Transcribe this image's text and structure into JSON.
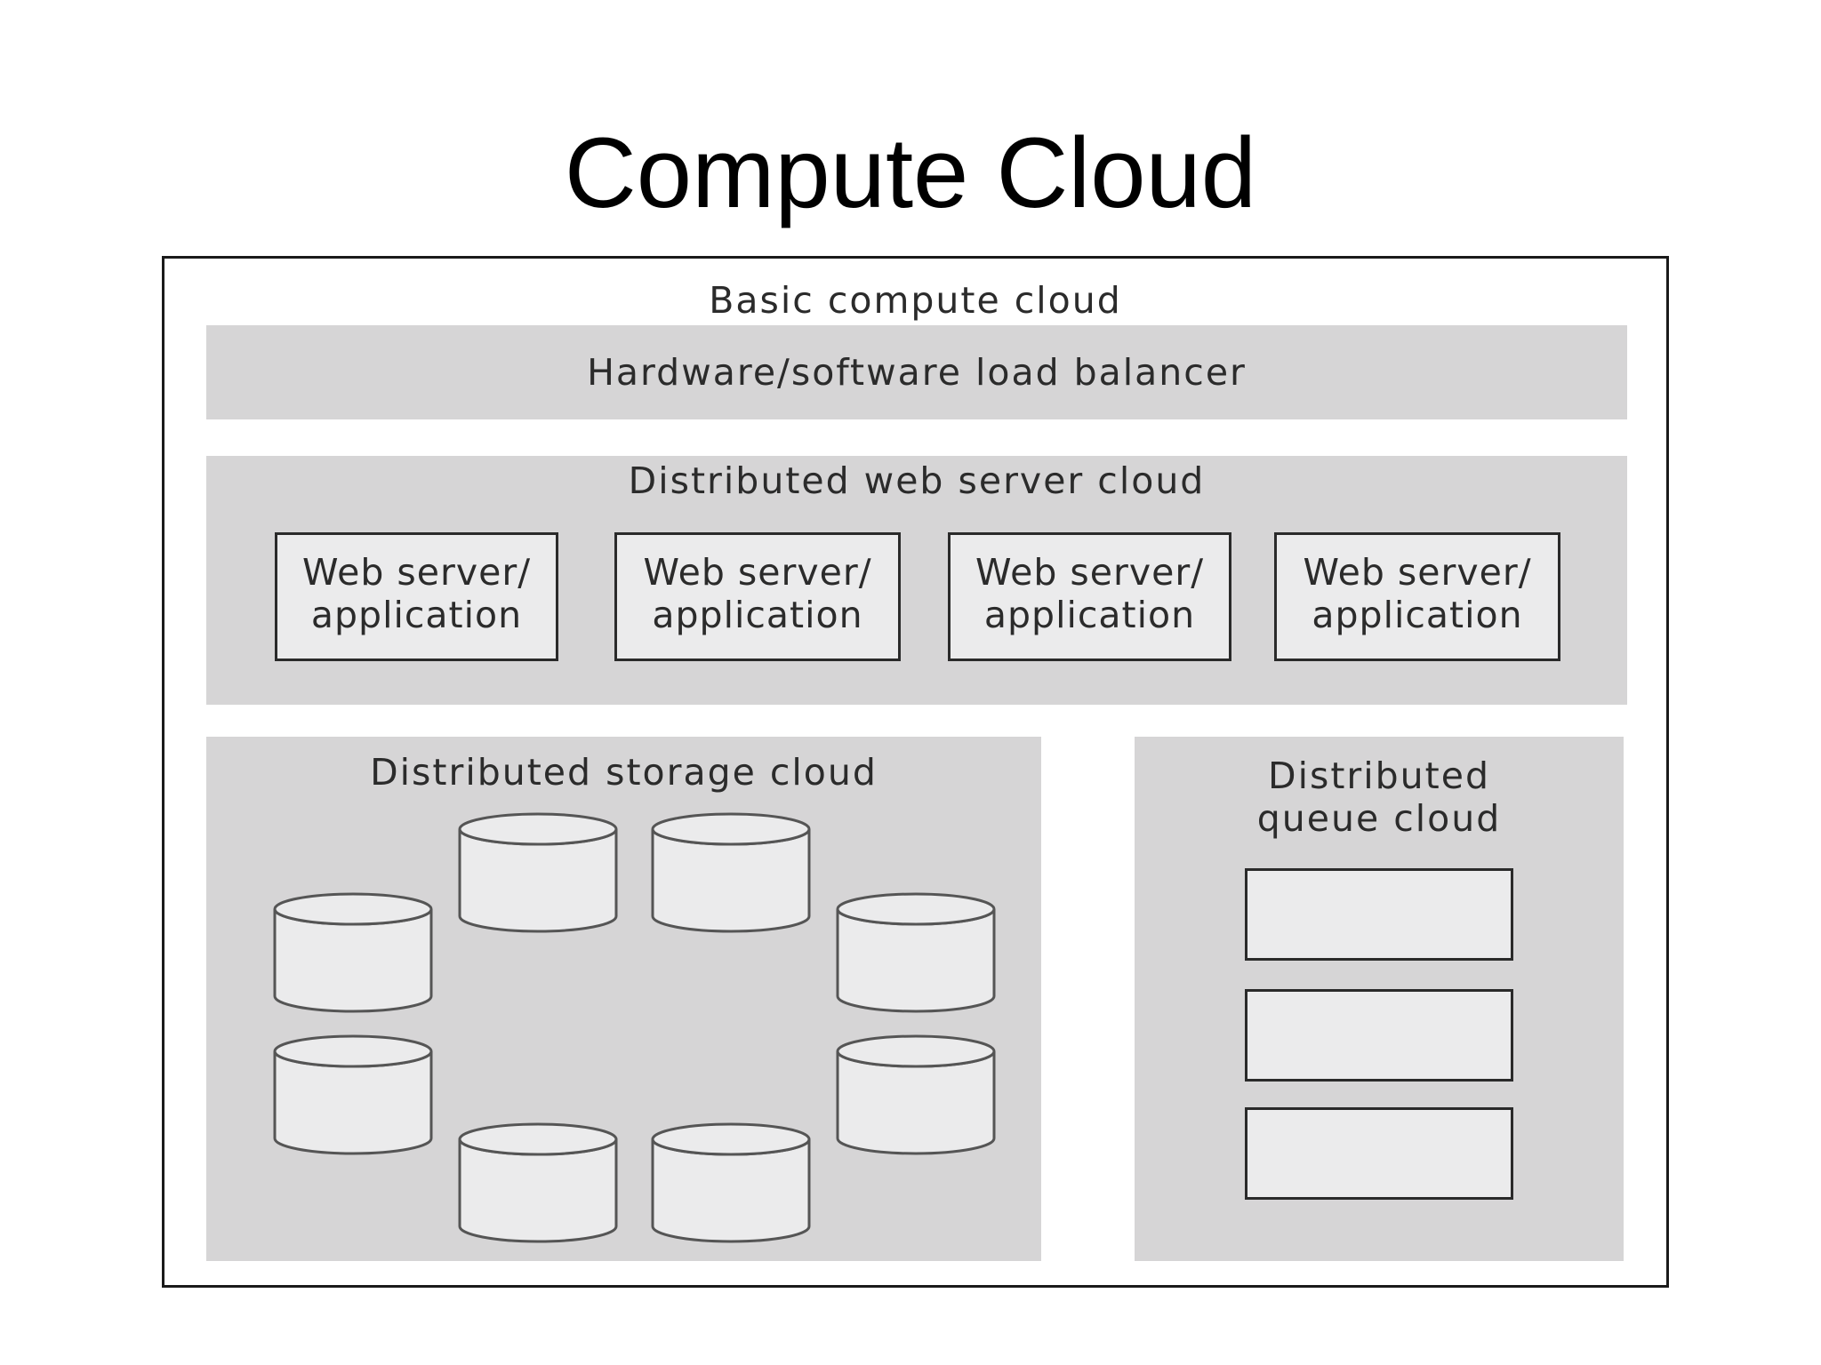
{
  "slide": {
    "title": "Compute Cloud"
  },
  "diagram": {
    "outer_label": "Basic compute cloud",
    "load_balancer_label": "Hardware/software load balancer",
    "web_cloud": {
      "label": "Distributed web server cloud",
      "servers": [
        {
          "line1": "Web server/",
          "line2": "application"
        },
        {
          "line1": "Web server/",
          "line2": "application"
        },
        {
          "line1": "Web server/",
          "line2": "application"
        },
        {
          "line1": "Web server/",
          "line2": "application"
        }
      ]
    },
    "storage_cloud": {
      "label": "Distributed storage cloud",
      "disk_count": 8,
      "disk_icon": "database-cylinder-icon"
    },
    "queue_cloud": {
      "label_line1": "Distributed",
      "label_line2": "queue cloud",
      "queue_count": 3
    }
  },
  "colors": {
    "panel_fill": "#d6d5d6",
    "box_fill": "#ebebec",
    "stroke": "#2a2a2a",
    "text": "#2b2b2b"
  }
}
